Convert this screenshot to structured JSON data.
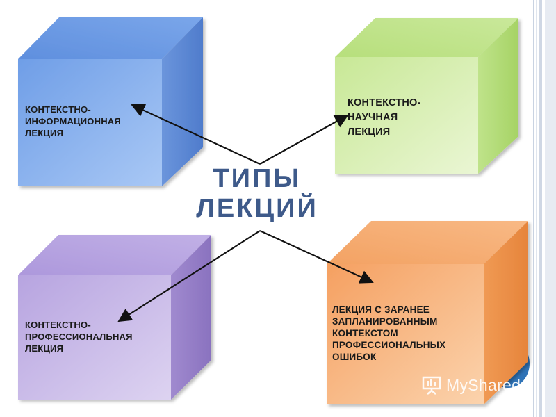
{
  "center": {
    "title": "ТИПЫ\nЛЕКЦИЙ"
  },
  "nodes": [
    {
      "id": "info",
      "label": "КОНТЕКСТНО-\nИНФОРМАЦИОННАЯ\nЛЕКЦИЯ",
      "color": "#8cb3ee"
    },
    {
      "id": "science",
      "label": "КОНТЕКСТНО-\n  НАУЧНАЯ\n  ЛЕКЦИЯ",
      "color": "#d9efb3"
    },
    {
      "id": "prof",
      "label": "КОНТЕКСТНО-\nПРОФЕССИОНАЛЬНАЯ\nЛЕКЦИЯ",
      "color": "#c7b8e6"
    },
    {
      "id": "errors",
      "label": "ЛЕКЦИЯ С ЗАРАНЕЕ\nЗАПЛАНИРОВАННЫМ\nКОНТЕКСТОМ\nПРОФЕССИОНАЛЬНЫХ\nОШИБОК",
      "color": "#f7b37a"
    }
  ],
  "watermark": {
    "text": "MyShared",
    "icon": "presentation-board-icon"
  }
}
